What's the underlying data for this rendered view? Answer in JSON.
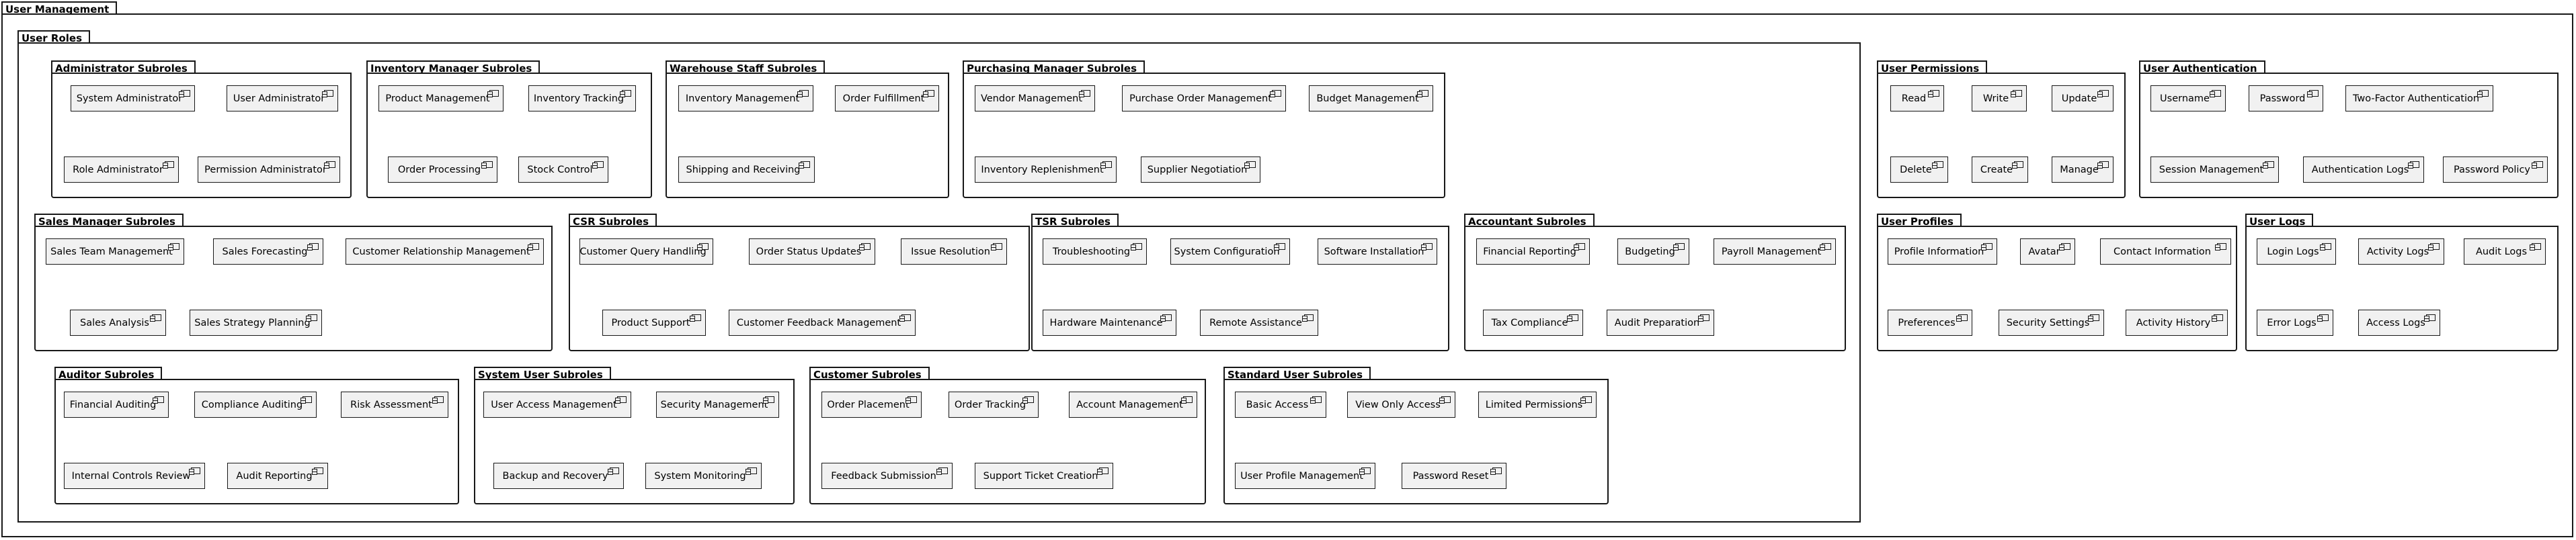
{
  "diagram": {
    "title": "User Management",
    "roles": {
      "title": "User Roles",
      "groups": [
        {
          "title": "Administrator Subroles",
          "items": [
            "System Administrator",
            "User Administrator",
            "Role Administrator",
            "Permission Administrator"
          ]
        },
        {
          "title": "Inventory Manager Subroles",
          "items": [
            "Product Management",
            "Inventory Tracking",
            "Order Processing",
            "Stock Control"
          ]
        },
        {
          "title": "Warehouse Staff Subroles",
          "items": [
            "Inventory Management",
            "Order Fulfillment",
            "Shipping and Receiving"
          ]
        },
        {
          "title": "Purchasing Manager Subroles",
          "items": [
            "Vendor Management",
            "Purchase Order Management",
            "Budget Management",
            "Inventory Replenishment",
            "Supplier Negotiation"
          ]
        },
        {
          "title": "Sales Manager Subroles",
          "items": [
            "Sales Team Management",
            "Sales Forecasting",
            "Customer Relationship Management",
            "Sales Analysis",
            "Sales Strategy Planning"
          ]
        },
        {
          "title": "CSR Subroles",
          "items": [
            "Customer Query Handling",
            "Order Status Updates",
            "Issue Resolution",
            "Product Support",
            "Customer Feedback Management"
          ]
        },
        {
          "title": "TSR Subroles",
          "items": [
            "Troubleshooting",
            "System Configuration",
            "Software Installation",
            "Hardware Maintenance",
            "Remote Assistance"
          ]
        },
        {
          "title": "Accountant Subroles",
          "items": [
            "Financial Reporting",
            "Budgeting",
            "Payroll Management",
            "Tax Compliance",
            "Audit Preparation"
          ]
        },
        {
          "title": "Auditor Subroles",
          "items": [
            "Financial Auditing",
            "Compliance Auditing",
            "Risk Assessment",
            "Internal Controls Review",
            "Audit Reporting"
          ]
        },
        {
          "title": "System User Subroles",
          "items": [
            "User Access Management",
            "Security Management",
            "Backup and Recovery",
            "System Monitoring"
          ]
        },
        {
          "title": "Customer Subroles",
          "items": [
            "Order Placement",
            "Order Tracking",
            "Account Management",
            "Feedback Submission",
            "Support Ticket Creation"
          ]
        },
        {
          "title": "Standard User Subroles",
          "items": [
            "Basic Access",
            "View Only Access",
            "Limited Permissions",
            "User Profile Management",
            "Password Reset"
          ]
        }
      ]
    },
    "side": [
      {
        "title": "User Permissions",
        "items": [
          "Read",
          "Write",
          "Update",
          "Delete",
          "Create",
          "Manage"
        ]
      },
      {
        "title": "User Authentication",
        "items": [
          "Username",
          "Password",
          "Two-Factor Authentication",
          "Session Management",
          "Authentication Logs",
          "Password Policy"
        ]
      },
      {
        "title": "User Profiles",
        "items": [
          "Profile Information",
          "Avatar",
          "Contact Information",
          "Preferences",
          "Security Settings",
          "Activity History"
        ]
      },
      {
        "title": "User Logs",
        "items": [
          "Login Logs",
          "Activity Logs",
          "Audit Logs",
          "Error Logs",
          "Access Logs"
        ]
      }
    ]
  }
}
